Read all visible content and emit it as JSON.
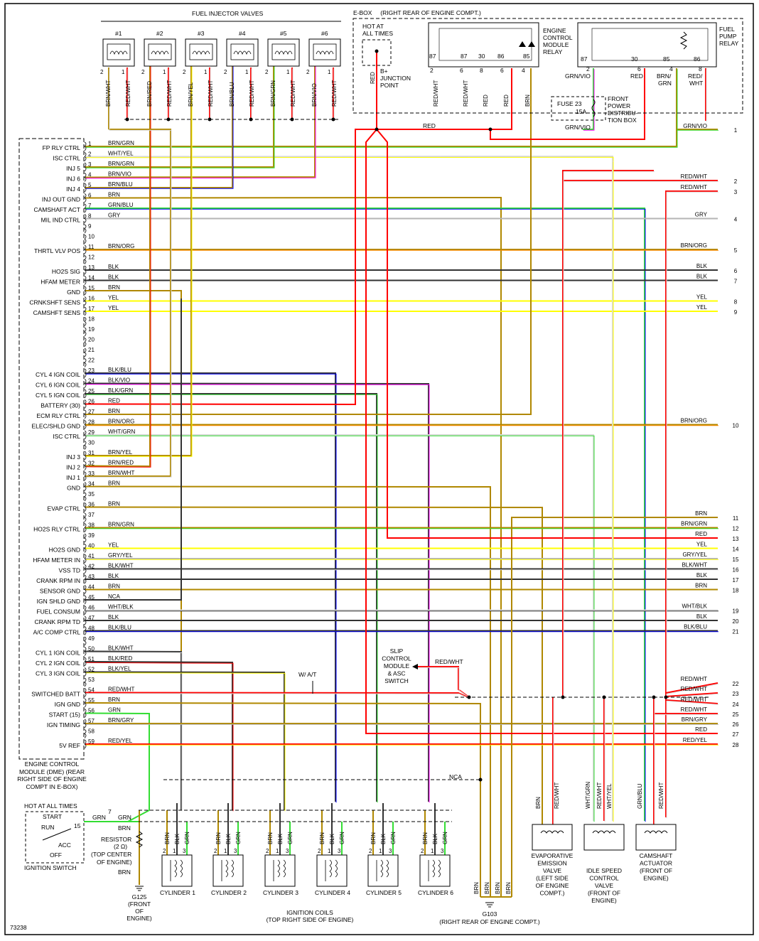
{
  "diagram_id": "73238",
  "wire_colors": {
    "BRN": "#b08800",
    "GRN": "#33dd33",
    "YEL": "#ffff00",
    "RED": "#ff0000",
    "BLU": "#0000ff",
    "VIO": "#ff00ff",
    "GRY": "#b4b4b4",
    "WHT": "#d8d8d8",
    "BLK": "#333333",
    "ORG": "#ff8c00",
    "NCA": "#000000"
  },
  "titles": {
    "fuel_injectors": "FUEL INJECTOR VALVES",
    "ebox": "E-BOX     (RIGHT REAR OF ENGINE COMPT.)",
    "hot_at_all_times": "HOT AT ALL TIMES",
    "junction": "B+ JUNCTION POINT",
    "ecm_relay": "ENGINE CONTROL MODULE RELAY",
    "fuel_pump_relay": "FUEL PUMP RELAY",
    "fuse": "FUSE 23 15A",
    "power_box": "FRONT POWER DISTRIBU- TION BOX",
    "ecm": "ENGINE CONTROL MODULE (DME) (REAR RIGHT SIDE OF ENGINE COMPT IN E-BOX)",
    "ignition_switch": "IGNITION SWITCH",
    "ign_hot": "HOT AT ALL TIMES",
    "resistor": "RESISTOR (2 Ω) (TOP CENTER OF ENGINE)",
    "g125": "G125 (FRONT OF ENGINE)",
    "g103": "G103 (RIGHT REAR OF ENGINE COMPT.)",
    "ignition_coils": "IGNITION COILS (TOP RIGHT SIDE OF ENGINE)",
    "slip_control": "SLIP CONTROL MODULE & ASC SWITCH",
    "wat": "W/ A/T",
    "nca": "NCA",
    "evap_valve": "EVAPORATIVE EMISSION VALVE (LEFT SIDE OF ENGINE COMPT.)",
    "idle_valve": "IDLE SPEED CONTROL VALVE (FRONT OF ENGINE)",
    "camshaft_actuator": "CAMSHAFT ACTUATOR (FRONT OF ENGINE)"
  },
  "ignition_switch_positions": [
    "START",
    "RUN",
    "ACC",
    "OFF"
  ],
  "injectors": [
    {
      "label": "#1",
      "pin2": "BRN/WHT",
      "pin1": "RED/WHT"
    },
    {
      "label": "#2",
      "pin2": "BRN/RED",
      "pin1": "RED/WHT"
    },
    {
      "label": "#3",
      "pin2": "BRN/YEL",
      "pin1": "RED/WHT"
    },
    {
      "label": "#4",
      "pin2": "BRN/BLU",
      "pin1": "RED/WHT"
    },
    {
      "label": "#5",
      "pin2": "BRN/GRN",
      "pin1": "RED/WHT"
    },
    {
      "label": "#6",
      "pin2": "BRN/VIO",
      "pin1": "RED/WHT"
    }
  ],
  "ecm_relay_wires": [
    "RED/WHT",
    "RED/WHT",
    "RED",
    "RED",
    "BRN"
  ],
  "ecm_relay_pins": [
    "2",
    "6",
    "8",
    "6",
    "4"
  ],
  "fuel_pump_relay_wires": [
    "GRN/VIO",
    "RED",
    "BRN/ GRN",
    "RED/ WHT"
  ],
  "fuel_pump_relay_pins": [
    "2",
    "6",
    "4",
    "8"
  ],
  "ecm_pins": [
    {
      "n": "1",
      "label": "FP RLY CTRL",
      "wire": "BRN/GRN",
      "right": "GRN/VIO",
      "conn": "1"
    },
    {
      "n": "2",
      "label": "ISC CTRL",
      "wire": "WHT/YEL"
    },
    {
      "n": "3",
      "label": "INJ 5",
      "wire": "BRN/GRN"
    },
    {
      "n": "4",
      "label": "INJ 6",
      "wire": "BRN/VIO"
    },
    {
      "n": "5",
      "label": "INJ 4",
      "wire": "BRN/BLU"
    },
    {
      "n": "6",
      "label": "INJ OUT GND",
      "wire": "BRN"
    },
    {
      "n": "7",
      "label": "CAMSHAFT ACT",
      "wire": "GRN/BLU"
    },
    {
      "n": "8",
      "label": "MIL IND CTRL",
      "wire": "GRY",
      "right": "GRY",
      "conn": "4"
    },
    {
      "n": "9",
      "label": "",
      "wire": ""
    },
    {
      "n": "10",
      "label": "",
      "wire": ""
    },
    {
      "n": "11",
      "label": "THRTL VLV POS",
      "wire": "BRN/ORG",
      "right": "BRN/ORG",
      "conn": "5"
    },
    {
      "n": "12",
      "label": "",
      "wire": ""
    },
    {
      "n": "13",
      "label": "HO2S SIG",
      "wire": "BLK",
      "right": "BLK",
      "conn": "6"
    },
    {
      "n": "14",
      "label": "HFAM METER",
      "wire": "BLK",
      "right": "BLK",
      "conn": "7"
    },
    {
      "n": "15",
      "label": "GND",
      "wire": "BRN"
    },
    {
      "n": "16",
      "label": "CRNKSHFT SENS",
      "wire": "YEL",
      "right": "YEL",
      "conn": "8"
    },
    {
      "n": "17",
      "label": "CAMSHFT SENS",
      "wire": "YEL",
      "right": "YEL",
      "conn": "9"
    },
    {
      "n": "18",
      "label": "",
      "wire": ""
    },
    {
      "n": "19",
      "label": "",
      "wire": ""
    },
    {
      "n": "20",
      "label": "",
      "wire": ""
    },
    {
      "n": "21",
      "label": "",
      "wire": ""
    },
    {
      "n": "22",
      "label": "",
      "wire": ""
    },
    {
      "n": "23",
      "label": "CYL 4 IGN COIL",
      "wire": "BLK/BLU"
    },
    {
      "n": "24",
      "label": "CYL 6 IGN COIL",
      "wire": "BLK/VIO"
    },
    {
      "n": "25",
      "label": "CYL 5 IGN COIL",
      "wire": "BLK/GRN"
    },
    {
      "n": "26",
      "label": "BATTERY (30)",
      "wire": "RED"
    },
    {
      "n": "27",
      "label": "ECM RLY CTRL",
      "wire": "BRN"
    },
    {
      "n": "28",
      "label": "ELEC/SHLD GND",
      "wire": "BRN/ORG",
      "right": "BRN/ORG",
      "conn": "10"
    },
    {
      "n": "29",
      "label": "ISC CTRL",
      "wire": "WHT/GRN"
    },
    {
      "n": "30",
      "label": "",
      "wire": ""
    },
    {
      "n": "31",
      "label": "INJ 3",
      "wire": "BRN/YEL"
    },
    {
      "n": "32",
      "label": "INJ 2",
      "wire": "BRN/RED"
    },
    {
      "n": "33",
      "label": "INJ 1",
      "wire": "BRN/WHT"
    },
    {
      "n": "34",
      "label": "GND",
      "wire": "BRN"
    },
    {
      "n": "35",
      "label": "",
      "wire": ""
    },
    {
      "n": "36",
      "label": "EVAP CTRL",
      "wire": "BRN"
    },
    {
      "n": "37",
      "label": "",
      "wire": ""
    },
    {
      "n": "38",
      "label": "HO2S RLY CTRL",
      "wire": "BRN/GRN",
      "right": "BRN/GRN",
      "conn": "12"
    },
    {
      "n": "39",
      "label": "",
      "wire": ""
    },
    {
      "n": "40",
      "label": "HO2S GND",
      "wire": "YEL",
      "right": "YEL",
      "conn": "14"
    },
    {
      "n": "41",
      "label": "HFAM METER IN",
      "wire": "GRY/YEL",
      "right": "GRY/YEL",
      "conn": "15"
    },
    {
      "n": "42",
      "label": "VSS TD",
      "wire": "BLK/WHT",
      "right": "BLK/WHT",
      "conn": "16"
    },
    {
      "n": "43",
      "label": "CRANK RPM IN",
      "wire": "BLK",
      "right": "BLK",
      "conn": "17"
    },
    {
      "n": "44",
      "label": "SENSOR GND",
      "wire": "BRN",
      "right": "BRN",
      "conn": "18"
    },
    {
      "n": "45",
      "label": "IGN SHLD GND",
      "wire": "NCA"
    },
    {
      "n": "46",
      "label": "FUEL CONSUM",
      "wire": "WHT/BLK",
      "right": "WHT/BLK",
      "conn": "19"
    },
    {
      "n": "47",
      "label": "CRANK RPM TD",
      "wire": "BLK",
      "right": "BLK",
      "conn": "20"
    },
    {
      "n": "48",
      "label": "A/C COMP CTRL",
      "wire": "BLK/BLU",
      "right": "BLK/BLU",
      "conn": "21"
    },
    {
      "n": "49",
      "label": "",
      "wire": ""
    },
    {
      "n": "50",
      "label": "CYL 1 IGN COIL",
      "wire": "BLK/WHT"
    },
    {
      "n": "51",
      "label": "CYL 2 IGN COIL",
      "wire": "BLK/RED"
    },
    {
      "n": "52",
      "label": "CYL 3 IGN COIL",
      "wire": "BLK/YEL"
    },
    {
      "n": "53",
      "label": "",
      "wire": ""
    },
    {
      "n": "54",
      "label": "SWITCHED BATT",
      "wire": "RED/WHT"
    },
    {
      "n": "55",
      "label": "IGN GND",
      "wire": "BRN"
    },
    {
      "n": "56",
      "label": "START (15)",
      "wire": "GRN"
    },
    {
      "n": "57",
      "label": "IGN TIMING",
      "wire": "BRN/GRY",
      "right": "BRN/GRY",
      "conn": "26"
    },
    {
      "n": "58",
      "label": "",
      "wire": ""
    },
    {
      "n": "59",
      "label": "5V REF",
      "wire": "RED/YEL",
      "right": "RED/YEL",
      "conn": "28"
    }
  ],
  "right_connectors_extra": [
    {
      "conn": "2",
      "wire": "RED/WHT"
    },
    {
      "conn": "3",
      "wire": "RED/WHT"
    },
    {
      "conn": "11",
      "wire": "BRN"
    },
    {
      "conn": "13",
      "wire": "RED"
    },
    {
      "conn": "22",
      "wire": "RED/WHT"
    },
    {
      "conn": "23",
      "wire": "RED/WHT"
    },
    {
      "conn": "24",
      "wire": "RED/WHT"
    },
    {
      "conn": "25",
      "wire": "RED/WHT"
    },
    {
      "conn": "27",
      "wire": "RED"
    }
  ],
  "coils": [
    {
      "label": "CYLINDER 1",
      "wires": [
        "BRN",
        "BLK",
        "GRN"
      ]
    },
    {
      "label": "CYLINDER 2",
      "wires": [
        "BRN",
        "BLK",
        "GRN"
      ]
    },
    {
      "label": "CYLINDER 3",
      "wires": [
        "BRN",
        "BLK",
        "GRN"
      ]
    },
    {
      "label": "CYLINDER 4",
      "wires": [
        "BRN",
        "BLK",
        "GRN"
      ]
    },
    {
      "label": "CYLINDER 5",
      "wires": [
        "BRN",
        "BLK",
        "GRN"
      ]
    },
    {
      "label": "CYLINDER 6",
      "wires": [
        "BRN",
        "BLK",
        "GRN"
      ]
    }
  ],
  "coil_pins": [
    "2",
    "1",
    "3"
  ],
  "misc_labels": {
    "red_top": "RED",
    "grn_vio": "GRN/VIO",
    "red_wht_slip": "RED/WHT",
    "blk": "BLK",
    "brn": "BRN",
    "grn": "GRN",
    "grn_blu": "GRN/BLU",
    "red_wht": "RED/WHT",
    "wht_grn": "WHT/GRN",
    "wht_yel": "WHT/YEL",
    "nca": "NCA",
    "pin7": "7",
    "pin15": "15",
    "red": "RED"
  }
}
